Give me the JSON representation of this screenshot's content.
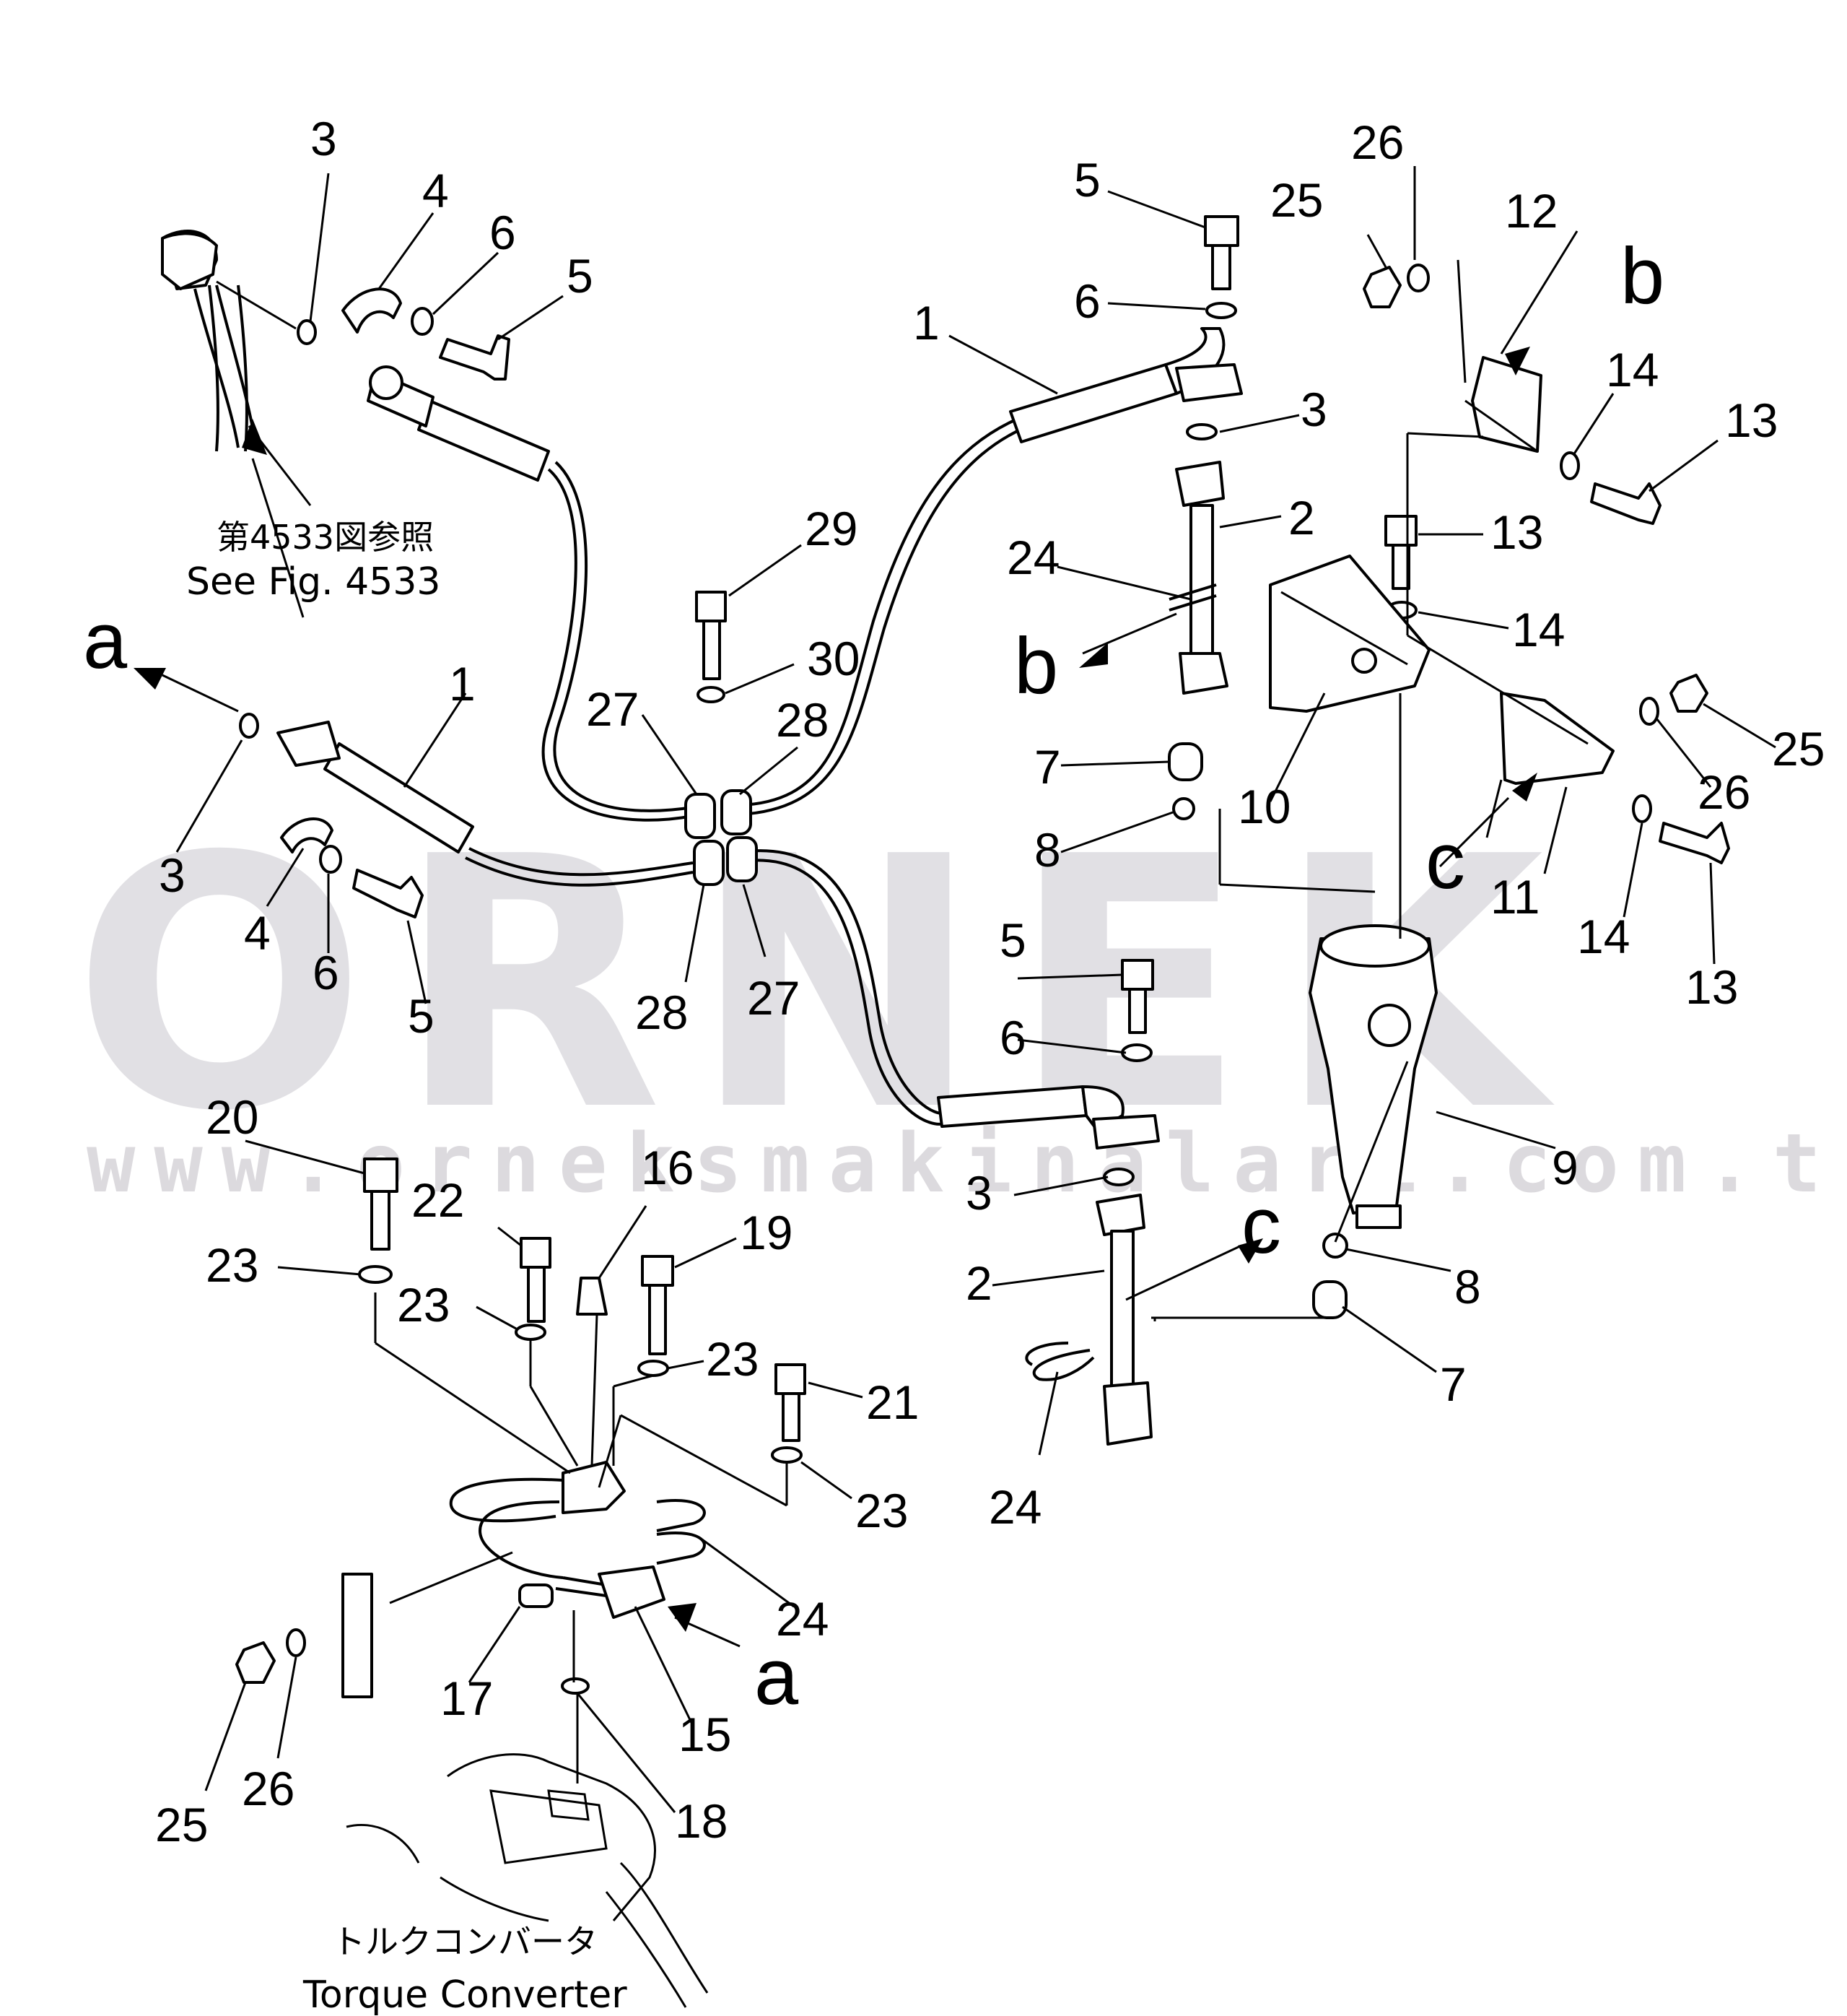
{
  "watermark": {
    "brand": "ORNEK",
    "url": "www.orneksmakinalari.com.tr"
  },
  "references": {
    "fig_jp": "第4533図参照",
    "fig_en": "See Fig. 4533",
    "converter_jp": "トルクコンバータ",
    "converter_en": "Torque Converter"
  },
  "part_labels": [
    "1",
    "1",
    "2",
    "2",
    "3",
    "3",
    "3",
    "3",
    "4",
    "4",
    "5",
    "5",
    "5",
    "5",
    "6",
    "6",
    "6",
    "6",
    "7",
    "7",
    "8",
    "8",
    "9",
    "10",
    "11",
    "12",
    "13",
    "13",
    "13",
    "14",
    "14",
    "14",
    "15",
    "16",
    "17",
    "18",
    "19",
    "20",
    "21",
    "22",
    "23",
    "23",
    "23",
    "23",
    "24",
    "24",
    "24",
    "25",
    "25",
    "25",
    "26",
    "26",
    "26",
    "27",
    "27",
    "28",
    "28",
    "29",
    "30"
  ],
  "view_letters": [
    "a",
    "a",
    "b",
    "b",
    "c",
    "c"
  ]
}
